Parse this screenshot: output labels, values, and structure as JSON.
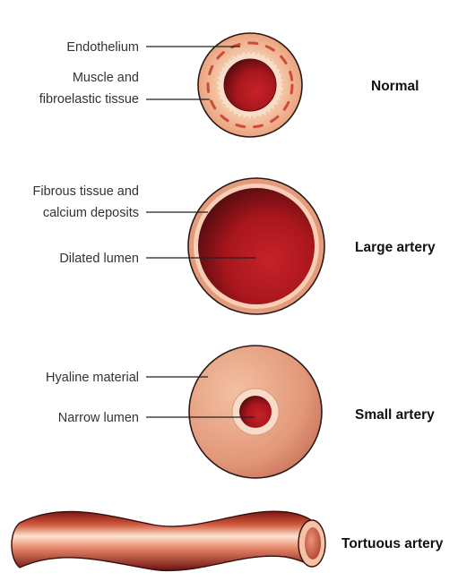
{
  "sections": {
    "normal": {
      "title": "Normal",
      "labels": {
        "endothelium": "Endothelium",
        "muscle_line1": "Muscle and",
        "muscle_line2": "fibroelastic tissue"
      }
    },
    "large": {
      "title": "Large artery",
      "labels": {
        "fibrous_line1": "Fibrous tissue and",
        "fibrous_line2": "calcium deposits",
        "dilated": "Dilated lumen"
      }
    },
    "small": {
      "title": "Small artery",
      "labels": {
        "hyaline": "Hyaline material",
        "narrow": "Narrow lumen"
      }
    },
    "tortuous": {
      "title": "Tortuous artery"
    }
  },
  "colors": {
    "outline": "#2a1a16",
    "wall_peach": "#f1b795",
    "wall_pale": "#f8ddc9",
    "muscle_red": "#cf4a3c",
    "lumen_dark": "#5a0d10",
    "lumen_red": "#c01a20",
    "hyaline_peach": "#e59f82"
  }
}
